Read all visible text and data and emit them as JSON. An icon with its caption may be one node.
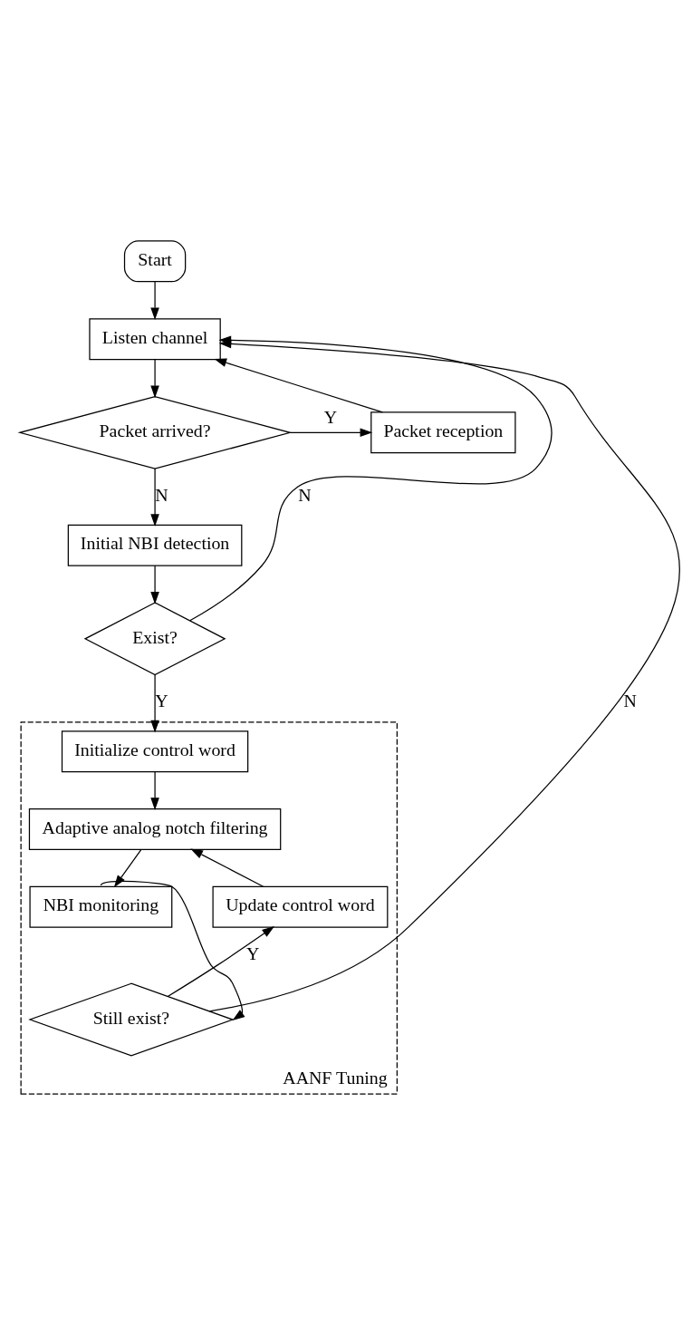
{
  "diagram": {
    "nodes": [
      {
        "text": [
          "Start"
        ]
      },
      {
        "text": [
          "Listen channel"
        ]
      },
      {
        "text": [
          "Packet arrived?"
        ]
      },
      {
        "text": [
          "Packet reception"
        ]
      },
      {
        "text": [
          "Initial NBI detection"
        ]
      },
      {
        "text": [
          "Exist?"
        ]
      },
      {
        "text": [
          "AANF Tuning"
        ]
      },
      {
        "text": [
          "Initialize control word"
        ],
        "in": 6
      },
      {
        "text": [
          "Adaptive analog notch filtering"
        ],
        "in": 6
      },
      {
        "text": [
          "NBI monitoring"
        ],
        "in": 6
      },
      {
        "text": [
          "Update control word"
        ],
        "in": 6
      },
      {
        "text": [
          "Still exist?"
        ],
        "in": 6
      }
    ],
    "edges": [
      {
        "from": 0,
        "to": 1,
        "arrow": "to"
      },
      {
        "from": 1,
        "to": 2,
        "arrow": "to"
      },
      {
        "from": 2,
        "to": 3,
        "arrow": "to",
        "label": "Y"
      },
      {
        "from": 3,
        "to": 1,
        "arrow": "to"
      },
      {
        "from": 2,
        "to": 4,
        "arrow": "to",
        "label": "N"
      },
      {
        "from": 4,
        "to": 5,
        "arrow": "to"
      },
      {
        "from": 5,
        "to": 1,
        "arrow": "to",
        "label": "N"
      },
      {
        "from": 5,
        "to": 7,
        "arrow": "to",
        "label": "Y"
      },
      {
        "from": 7,
        "to": 8,
        "arrow": "to"
      },
      {
        "from": 8,
        "to": 9,
        "arrow": "to"
      },
      {
        "from": 9,
        "to": 11,
        "arrow": "to"
      },
      {
        "from": 11,
        "to": 10,
        "arrow": "to",
        "label": "Y"
      },
      {
        "from": 10,
        "to": 8,
        "arrow": "to"
      },
      {
        "from": 11,
        "to": 1,
        "arrow": "to",
        "label": "N"
      }
    ]
  }
}
